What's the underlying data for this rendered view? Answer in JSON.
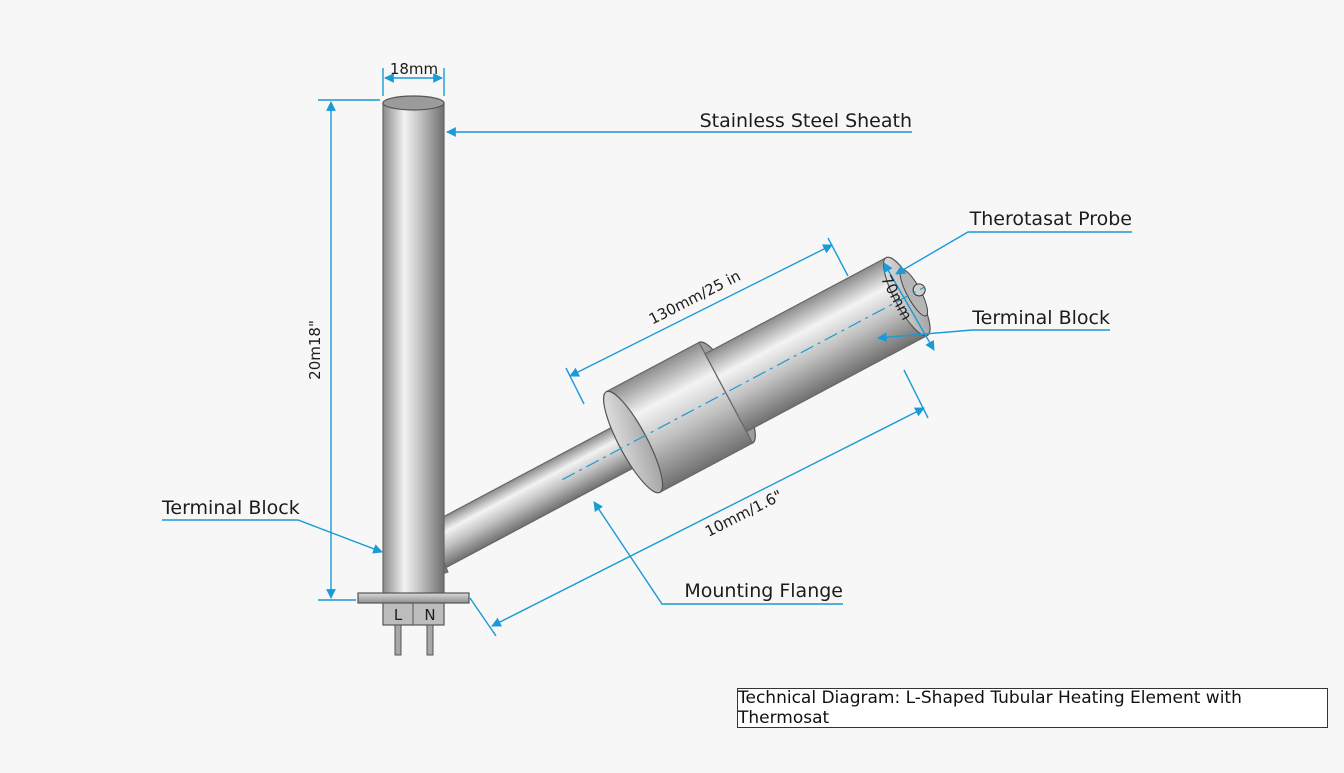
{
  "colors": {
    "leader": "#1a9ad6",
    "steel_light": "#eeeeee",
    "steel_dark": "#7a7a7a",
    "background": "#f7f7f7"
  },
  "labels": {
    "stainless_steel_sheath": "Stainless Steel Sheath",
    "thermostat_probe": "Therotasat Probe",
    "terminal_block_right": "Terminal Block",
    "terminal_block_left": "Terminal Block",
    "mounting_flange": "Mounting Flange"
  },
  "dimensions": {
    "tube_diameter": "18mm",
    "vertical_length": "20m18\"",
    "probe_length": "130mm/25 in",
    "probe_diameter": "70mm",
    "arm_length": "10mm/1.6\""
  },
  "terminals": {
    "live": "L",
    "neutral": "N"
  },
  "caption": "Technical Diagram: L-Shaped Tubular Heating Element with Thermosat"
}
